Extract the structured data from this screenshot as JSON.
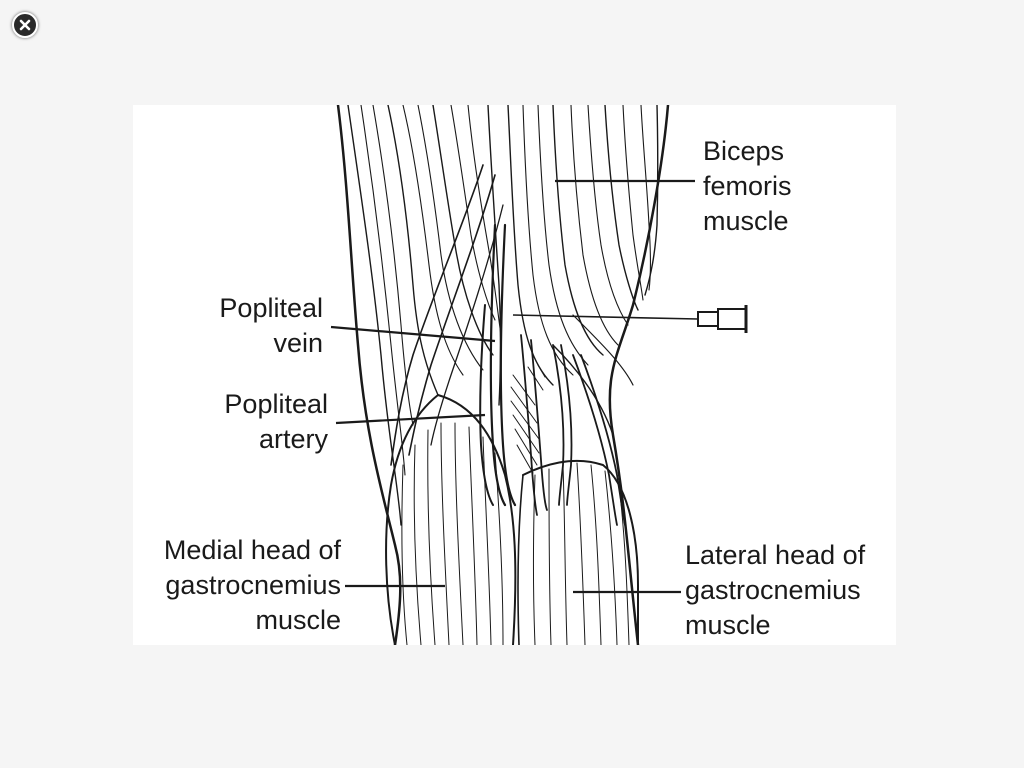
{
  "controls": {
    "close_icon": "close-icon"
  },
  "diagram": {
    "labels": {
      "biceps_femoris": [
        "Biceps",
        "femoris",
        "muscle"
      ],
      "popliteal_vein": [
        "Popliteal",
        "vein"
      ],
      "popliteal_artery": [
        "Popliteal",
        "artery"
      ],
      "medial_head": [
        "Medial head of",
        "gastrocnemius",
        "muscle"
      ],
      "lateral_head": [
        "Lateral head of",
        "gastrocnemius",
        "muscle"
      ]
    },
    "colors": {
      "line": "#1a1a1a",
      "background": "#ffffff"
    }
  }
}
